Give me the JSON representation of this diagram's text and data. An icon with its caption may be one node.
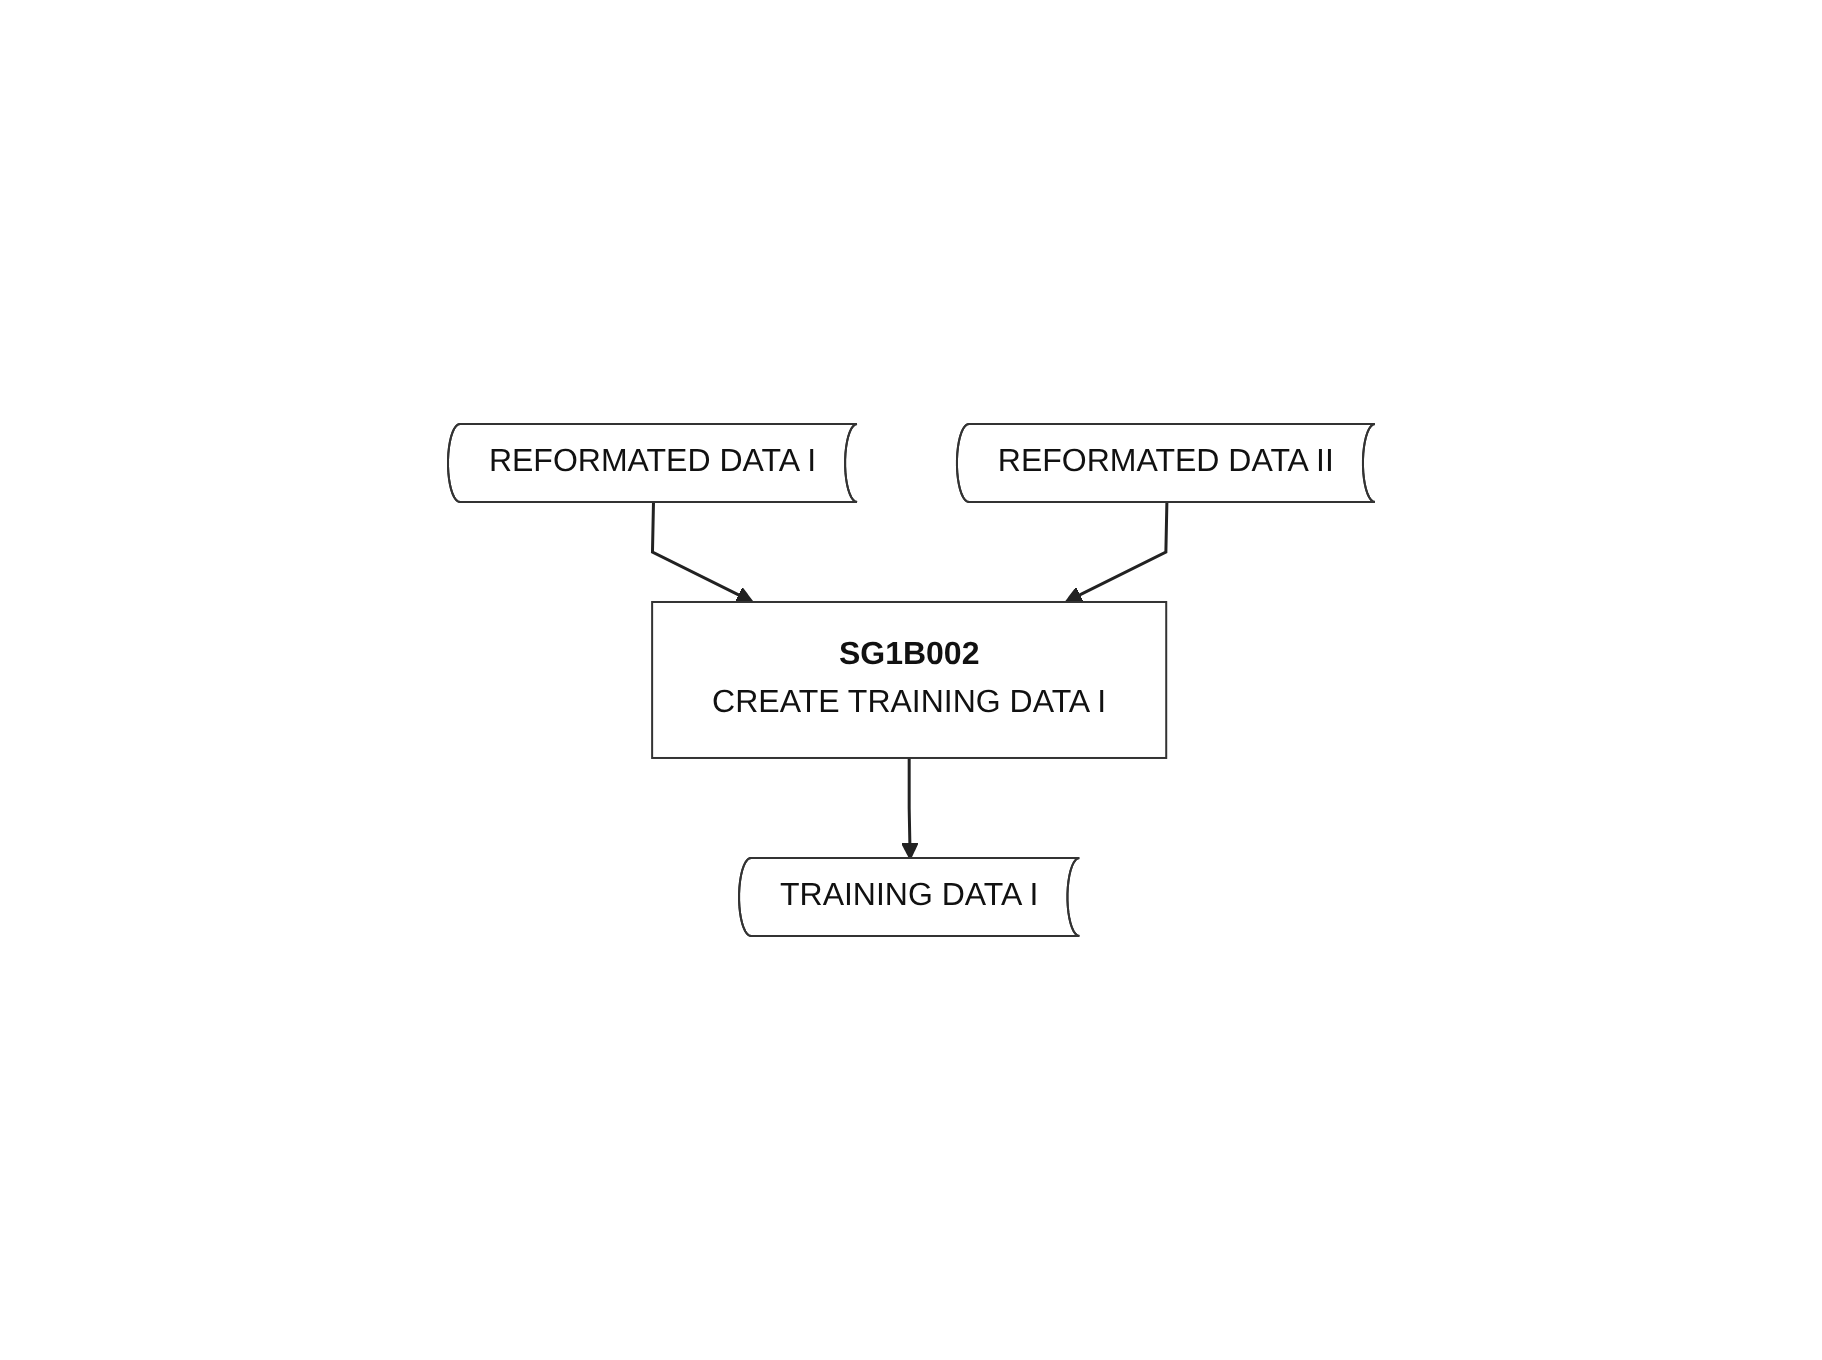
{
  "diagram": {
    "nodes": [
      {
        "text": [
          "REFORMATED DATA I"
        ]
      },
      {
        "text": [
          "REFORMATED DATA II"
        ]
      },
      {
        "text": [
          "SG1B002",
          "CREATE TRAINING DATA I"
        ]
      },
      {
        "text": [
          "TRAINING DATA I"
        ]
      }
    ],
    "edges": [
      {
        "from": 0,
        "to": 2,
        "arrow": "to"
      },
      {
        "from": 1,
        "to": 2,
        "arrow": "to"
      },
      {
        "from": 2,
        "to": 3,
        "arrow": "to"
      }
    ]
  }
}
